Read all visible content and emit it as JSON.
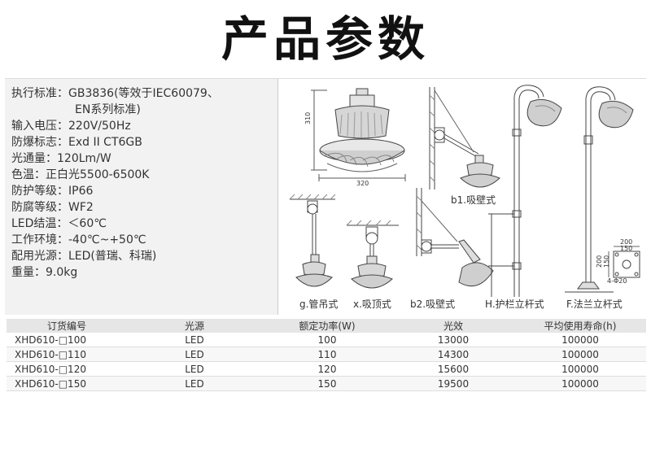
{
  "title": "产品参数",
  "specs": [
    {
      "label": "执行标准：",
      "value": "GB3836(等效于IEC60079、"
    },
    {
      "label": "",
      "value": "EN系列标准)"
    },
    {
      "label": "输入电压：",
      "value": "220V/50Hz"
    },
    {
      "label": "防爆标志：",
      "value": "Exd II CT6GB"
    },
    {
      "label": "光通量：",
      "value": "120Lm/W"
    },
    {
      "label": "色温：",
      "value": "正白光5500-6500K"
    },
    {
      "label": "防护等级：",
      "value": "IP66"
    },
    {
      "label": "防腐等级：",
      "value": "WF2"
    },
    {
      "label": "LED结温：",
      "value": "＜60℃"
    },
    {
      "label": "工作环境：",
      "value": "-40℃~+50℃"
    },
    {
      "label": "配用光源：",
      "value": "LED(普瑞、科瑞)"
    },
    {
      "label": "重量：",
      "value": "9.0kg"
    }
  ],
  "drawing": {
    "dim_height": "310",
    "dim_width": "320",
    "flange_dims": [
      "200",
      "150",
      "200",
      "150",
      "4-Φ20"
    ],
    "captions": {
      "g": "g.管吊式",
      "x": "x.吸顶式",
      "b1": "b1.吸壁式",
      "b2": "b2.吸壁式",
      "h": "H.护栏立杆式",
      "f": "F.法兰立杆式"
    }
  },
  "table": {
    "headers": [
      "订货编号",
      "光源",
      "额定功率(W)",
      "光效",
      "平均使用寿命(h)"
    ],
    "rows": [
      [
        "XHD610-□100",
        "LED",
        "100",
        "13000",
        "100000"
      ],
      [
        "XHD610-□110",
        "LED",
        "110",
        "14300",
        "100000"
      ],
      [
        "XHD610-□120",
        "LED",
        "120",
        "15600",
        "100000"
      ],
      [
        "XHD610-□150",
        "LED",
        "150",
        "19500",
        "100000"
      ]
    ]
  }
}
